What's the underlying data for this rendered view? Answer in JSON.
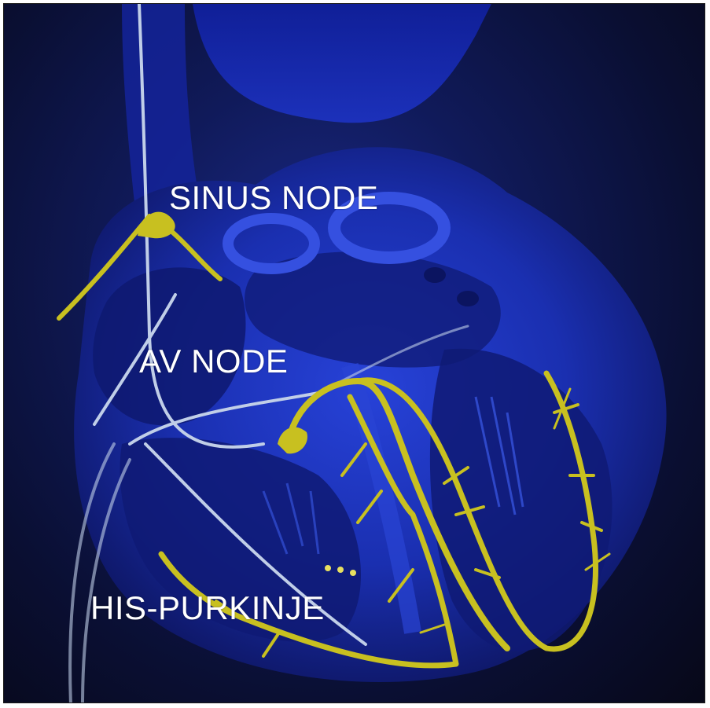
{
  "labels": {
    "sinus_node": "SINUS NODE",
    "av_node": "AV NODE",
    "his_purkinje": "HIS-PURKINJE"
  },
  "colors": {
    "background_dark": "#070818",
    "heart_blue": "#1f3ad0",
    "heart_highlight": "#3a5cf0",
    "conduction_yellow": "#c8c020",
    "lead_wire": "#b8c8e8",
    "label_text": "#ffffff"
  },
  "icons": [
    "heart-illustration",
    "pacemaker-lead-wires",
    "conduction-pathway"
  ]
}
